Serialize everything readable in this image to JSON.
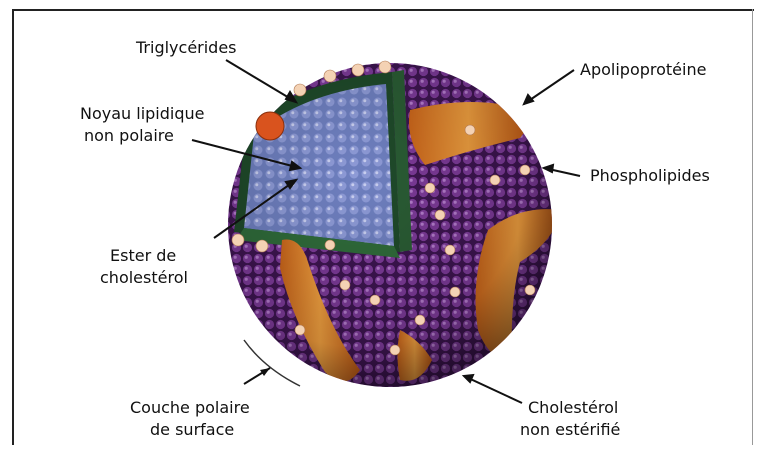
{
  "labels": {
    "triglycerides": "Triglycérides",
    "noyau_line1": "Noyau lipidique",
    "noyau_line2": "non polaire",
    "ester_line1": "Ester de",
    "ester_line2": "cholestérol",
    "couche_line1": "Couche polaire",
    "couche_line2": "de surface",
    "apolipoproteine": "Apolipoprotéine",
    "phospholipides": "Phospholipides",
    "cholesterol_line1": "Cholestérol",
    "cholesterol_line2": "non estérifié"
  }
}
